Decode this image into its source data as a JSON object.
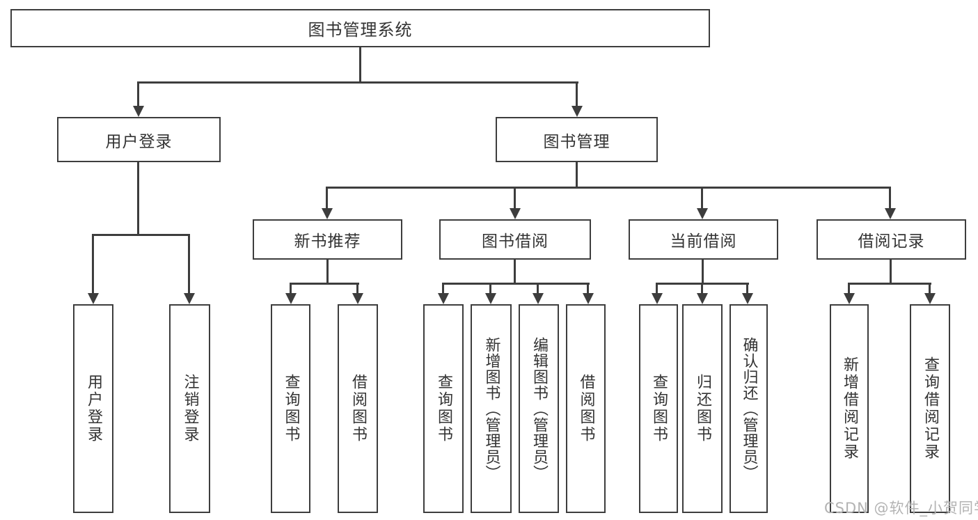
{
  "tree": {
    "root": {
      "label": "图书管理系统"
    },
    "login": {
      "label": "用户登录",
      "children": [
        {
          "label": "用户登录"
        },
        {
          "label": "注销登录"
        }
      ]
    },
    "manage": {
      "label": "图书管理",
      "groups": [
        {
          "label": "新书推荐",
          "children": [
            {
              "label": "查询图书"
            },
            {
              "label": "借阅图书"
            }
          ]
        },
        {
          "label": "图书借阅",
          "children": [
            {
              "label": "查询图书"
            },
            {
              "label": "新增图书（管理员）"
            },
            {
              "label": "编辑图书（管理员）"
            },
            {
              "label": "借阅图书"
            }
          ]
        },
        {
          "label": "当前借阅",
          "children": [
            {
              "label": "查询图书"
            },
            {
              "label": "归还图书"
            },
            {
              "label": "确认归还（管理员）"
            }
          ]
        },
        {
          "label": "借阅记录",
          "children": [
            {
              "label": "新增借阅记录"
            },
            {
              "label": "查询借阅记录"
            }
          ]
        }
      ]
    }
  },
  "watermark": {
    "text": "CSDN @软件_小贺同学"
  },
  "colors": {
    "line": "#3d3d3d",
    "border": "#3d3d3d",
    "text": "#333333",
    "watermark": "#b3b3b3",
    "background": "#ffffff"
  }
}
